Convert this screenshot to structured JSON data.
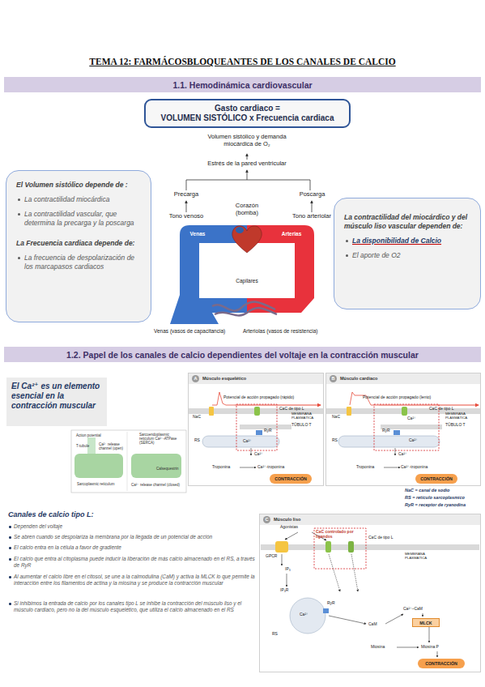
{
  "diagram": {
    "title": "TEMA 12: FARMÁCOSBLOQUEANTES DE LOS CANALES DE CALCIO",
    "nodes": [
      {
        "text": [
          "1.1. Hemodinámica cardiovascular"
        ]
      },
      {
        "text": [
          "Gasto cardiaco =",
          "VOLUMEN SISTÓLICO x Frecuencia cardiaca"
        ]
      },
      {
        "text": [
          "El Volumen sistólico depende de :",
          "La contractilidad miocárdica",
          "La contractilidad vascular, que determina la precarga y la poscarga",
          "La Frecuencia cardiaca depende de:",
          "La frecuencia de despolarización de los marcapasos cardiacos"
        ]
      },
      {
        "text": [
          "La contractilidad del miocárdico y del músculo liso vascular dependen de:",
          "La disponibilidad de Calcio",
          "El aporte de O2"
        ]
      },
      {
        "text": [
          "1.2. Papel de los canales de calcio dependientes del voltaje en la contracción muscular"
        ]
      },
      {
        "text": [
          "El Ca²⁺ es un elemento esencial en la contracción muscular"
        ]
      },
      {
        "text": [
          "A",
          "Músculo esquelético"
        ]
      },
      {
        "text": [
          "CONTRACCIÓN"
        ],
        "in": 6
      },
      {
        "text": [
          "B",
          "Músculo cardiaco"
        ]
      },
      {
        "text": [
          "CONTRACCIÓN"
        ],
        "in": 8
      },
      {
        "text": [
          "C",
          "Músculo liso"
        ]
      },
      {
        "text": [
          "MLCK"
        ],
        "in": 10
      },
      {
        "text": [
          "CONTRACCIÓN"
        ],
        "in": 10
      }
    ],
    "labels": [
      "Volumen sistólico y demanda miocárdica de O₂",
      "Estrés de la pared ventricular",
      "Precarga",
      "Poscarga",
      "Tono venoso",
      "Corazón (bomba)",
      "Tono arteriolar",
      "Venas",
      "Arterias",
      "Capilares",
      "Venas (vasos de capacitancia)",
      "Arteriolas (vasos de resistencia)",
      "Action potential",
      "T-tubule",
      "Ca²⁺ release channel (open)",
      "Sarcoplasmic reticulum",
      "Sarcoendoplasmic reticulum Ca²⁺-ATPase (SERCA)",
      "Ca²⁺ release channel (closed)",
      "Calsequestrin",
      "Potencial de acción propagado (rápido)",
      "NaC",
      "CaC de tipo L",
      "MEMBRANA PLASMÁTICA",
      "RyR",
      "TÚBULO T",
      "RS",
      "Ca²⁺",
      "Ca²⁺",
      "Troponina",
      "Ca²⁺-troponina",
      "Potencial de acción propagado (lento)",
      "NaC",
      "CaC de tipo L",
      "MEMBRANA PLASMÁTICA",
      "RyR",
      "Ca²⁺",
      "Ca²⁺",
      "TÚBULO T",
      "RS",
      "Ca²⁺",
      "Troponina",
      "Ca²⁺-troponina",
      "NaC = canal de sodio",
      "RS = retículo sarcoplasmico",
      "RyR = receptor de ryanodina",
      "Agonistas",
      "GPCR",
      "CaC controlado por ligandos",
      "CaC de tipo L",
      "MEMBRANA PLASMÁTICA",
      "IP₃",
      "IP₃R",
      "Ca²⁺",
      "RyR",
      "RS",
      "CaM",
      "Ca²⁺–CaM",
      "Miosina",
      "Miosina P",
      "Canales de calcio tipo L:",
      "Dependen del voltaje",
      "Se abren cuando se despolariza la membrana por la llegada de un potencial de acción",
      "El calcio entra en la célula a favor de gradiente",
      "El calcio que entra al citoplasma puede inducir la liberación de más calcio almacenado en el RS, a través de RyR",
      "Al aumentar el calcio libre en el citosol, se une a la calmodulina (CaM) y activa la MLCK lo que permite la interacción entre los filamentos de actina y la miosina y se produce la contracción muscular",
      "Si inhibimos la entrada de calcio por los canales tipo L se inhibe la contracción del músculo liso y el músculo cardiaco, pero no la del músculo esquelético, que utiliza el calcio almacenado en el RS"
    ]
  }
}
